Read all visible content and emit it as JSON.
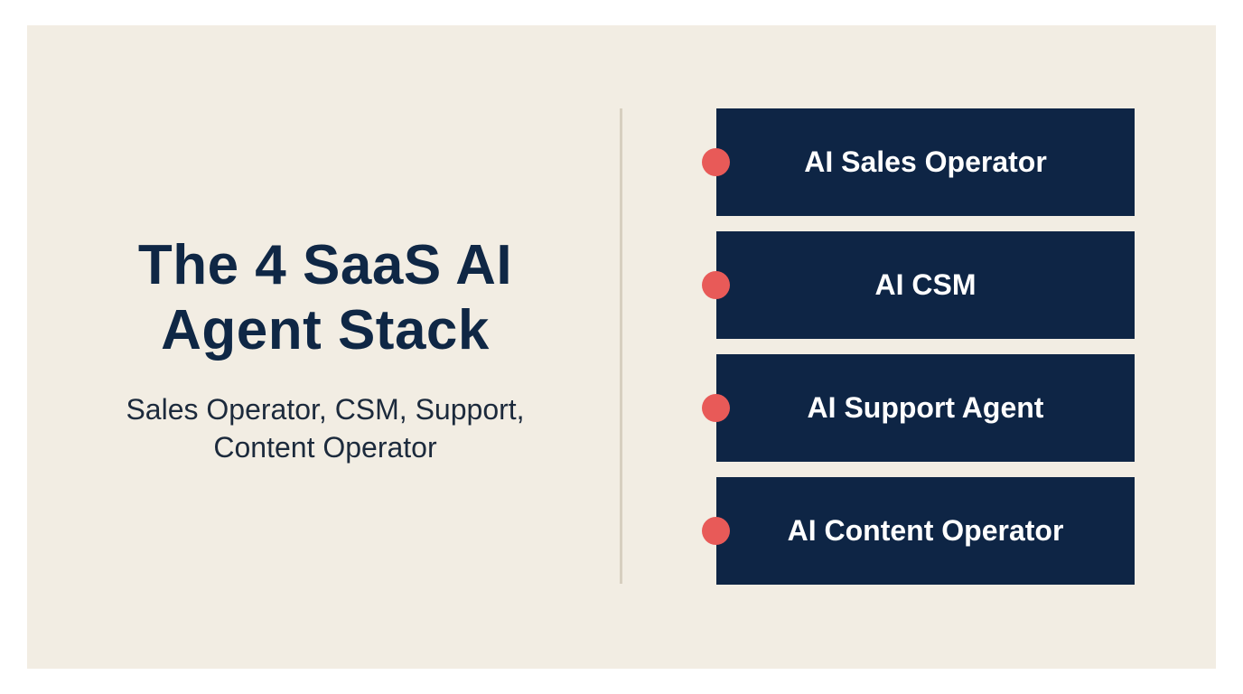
{
  "slide": {
    "title_line1": "The 4 SaaS AI",
    "title_line2": "Agent Stack",
    "subtitle_line1": "Sales Operator, CSM, Support,",
    "subtitle_line2": "Content Operator"
  },
  "stack": {
    "items": [
      {
        "label": "AI Sales Operator"
      },
      {
        "label": "AI CSM"
      },
      {
        "label": "AI Support Agent"
      },
      {
        "label": "AI Content Operator"
      }
    ]
  },
  "colors": {
    "background": "#f2ede3",
    "box": "#0e2545",
    "accent_dot": "#e85a58",
    "title": "#0f2745",
    "divider": "#d7cfbf"
  }
}
